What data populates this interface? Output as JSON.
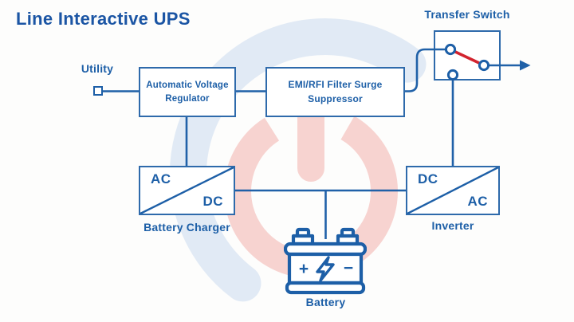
{
  "title": "Line Interactive UPS",
  "diagram": {
    "utility_label": "Utility",
    "avr": {
      "line1": "Automatic Voltage",
      "line2": "Regulator"
    },
    "emi": {
      "line1": "EMI/RFI Filter Surge",
      "line2": "Suppressor"
    },
    "transfer_switch_label": "Transfer Switch",
    "battery_charger": {
      "input": "AC",
      "output": "DC",
      "label": "Battery Charger"
    },
    "inverter": {
      "input": "DC",
      "output": "AC",
      "label": "Inverter"
    },
    "battery": {
      "label": "Battery",
      "plus": "+",
      "minus": "−"
    }
  },
  "colors": {
    "background": "#fdfdfc",
    "title_blue": "#1b55a4",
    "text_blue": "#1d5fa7",
    "wire_blue": "#2061a8",
    "box_border_blue": "#2e6aab",
    "switch_red": "#d2232e",
    "watermark_pink": "#f3b7b3",
    "watermark_blue": "#cbdaee"
  }
}
